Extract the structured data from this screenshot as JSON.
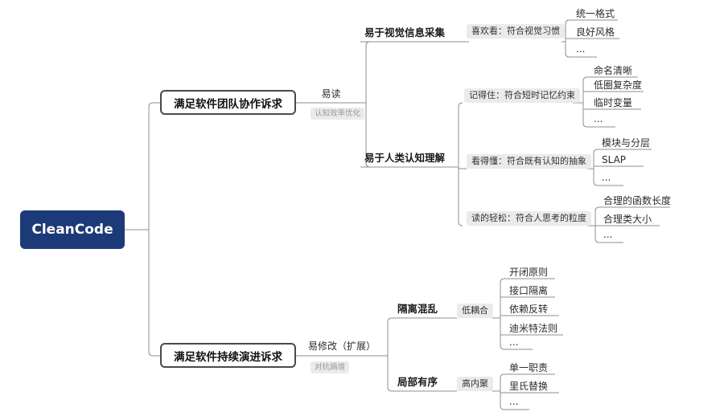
{
  "root_label": "CleanCode",
  "team": {
    "label": "满足软件团队协作诉求",
    "readable": "易读",
    "readable_badge": "认知效率优化",
    "visual": {
      "label": "易于视觉信息采集",
      "badge": "喜欢看：符合视觉习惯",
      "leaves": [
        "统一格式",
        "良好风格",
        "..."
      ]
    },
    "cognition": {
      "label": "易于人类认知理解",
      "remember": {
        "badge": "记得住：符合短时记忆约束",
        "leaves": [
          "命名清晰",
          "低圈复杂度",
          "临时变量",
          "..."
        ]
      },
      "understand": {
        "badge": "看得懂：符合既有认知的抽象",
        "leaves": [
          "模块与分层",
          "SLAP",
          "..."
        ]
      },
      "relaxed": {
        "badge": "读的轻松：符合人思考的粒度",
        "leaves": [
          "合理的函数长度",
          "合理类大小",
          "..."
        ]
      }
    }
  },
  "evolution": {
    "label": "满足软件持续演进诉求",
    "modifiable": "易修改（扩展）",
    "modifiable_badge": "对抗熵增",
    "isolation": {
      "label": "隔离混乱",
      "badge": "低耦合",
      "leaves": [
        "开闭原则",
        "接口隔离",
        "依赖反转",
        "迪米特法则",
        "..."
      ]
    },
    "order": {
      "label": "局部有序",
      "badge": "高内聚",
      "leaves": [
        "单一职责",
        "里氏替换",
        "..."
      ]
    }
  },
  "colors": {
    "root_bg": "#1d3a78",
    "line": "#8f8f8f",
    "badge_bg": "#ebebeb",
    "box_border": "#4a4a4a"
  }
}
